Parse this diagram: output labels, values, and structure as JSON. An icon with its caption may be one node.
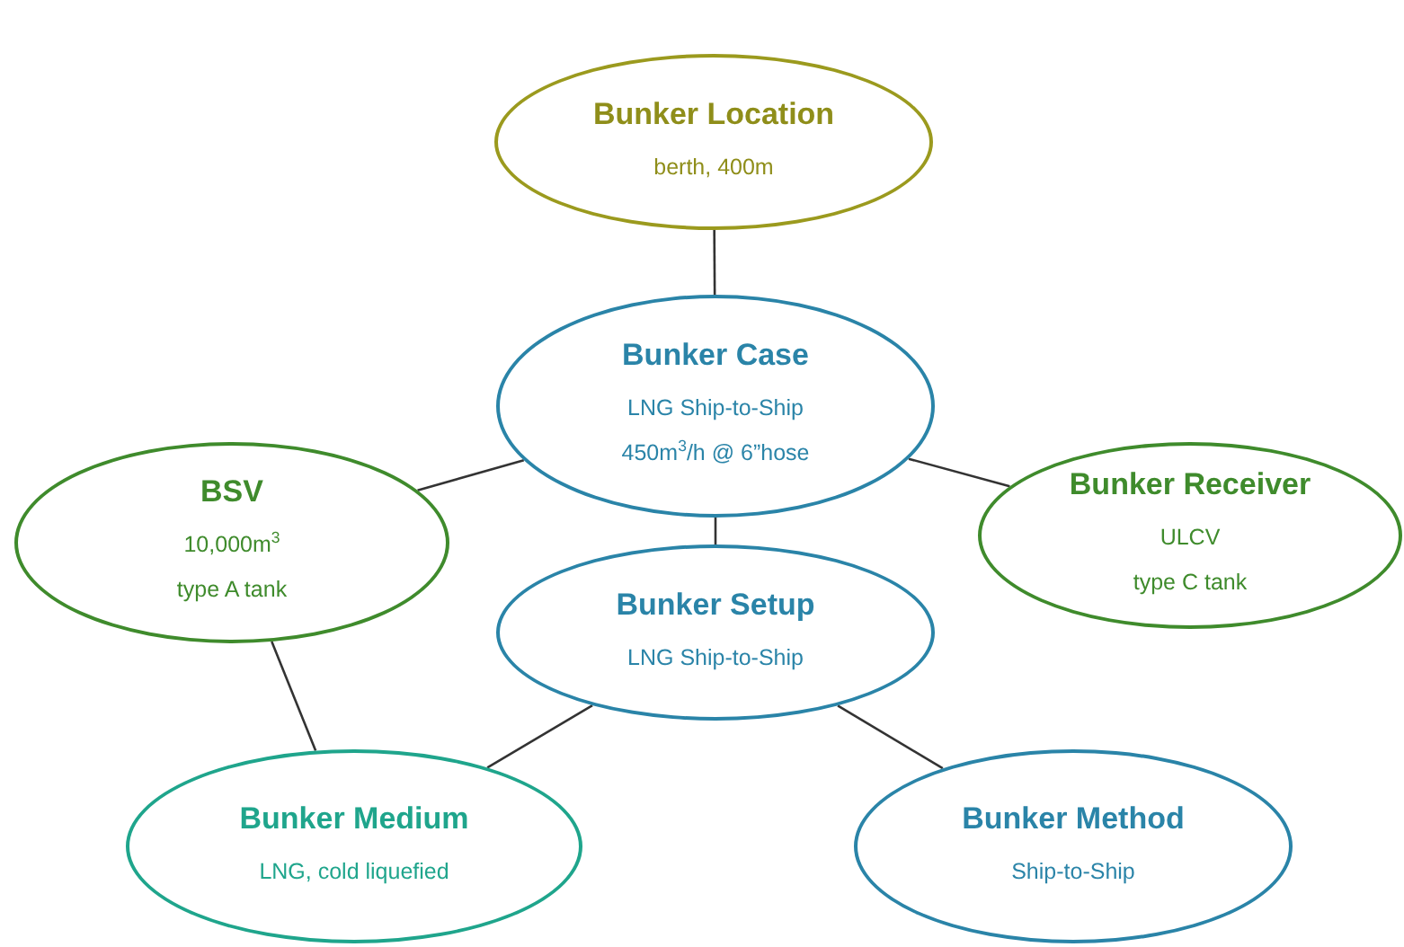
{
  "diagram": {
    "nodes": [
      {
        "text": [
          "Bunker Location",
          "berth, 400m"
        ]
      },
      {
        "text": [
          "Bunker Case",
          "LNG Ship-to-Ship",
          "450m$^{3}$/h @ 6”hose"
        ]
      },
      {
        "text": [
          "BSV",
          "10,000m$^{3}$",
          "type A tank"
        ]
      },
      {
        "text": [
          "Bunker Receiver",
          "ULCV",
          "type C tank"
        ]
      },
      {
        "text": [
          "Bunker Setup",
          "LNG Ship-to-Ship"
        ]
      },
      {
        "text": [
          "Bunker Medium",
          "LNG, cold liquefied"
        ]
      },
      {
        "text": [
          "Bunker Method",
          "Ship-to-Ship"
        ]
      }
    ],
    "edges": [
      {
        "from": 0,
        "to": 1,
        "arrow": "none"
      },
      {
        "from": 1,
        "to": 2,
        "arrow": "none"
      },
      {
        "from": 1,
        "to": 3,
        "arrow": "none"
      },
      {
        "from": 1,
        "to": 4,
        "arrow": "none"
      },
      {
        "from": 4,
        "to": 5,
        "arrow": "none"
      },
      {
        "from": 4,
        "to": 6,
        "arrow": "none"
      },
      {
        "from": 2,
        "to": 5,
        "arrow": "none"
      }
    ]
  }
}
